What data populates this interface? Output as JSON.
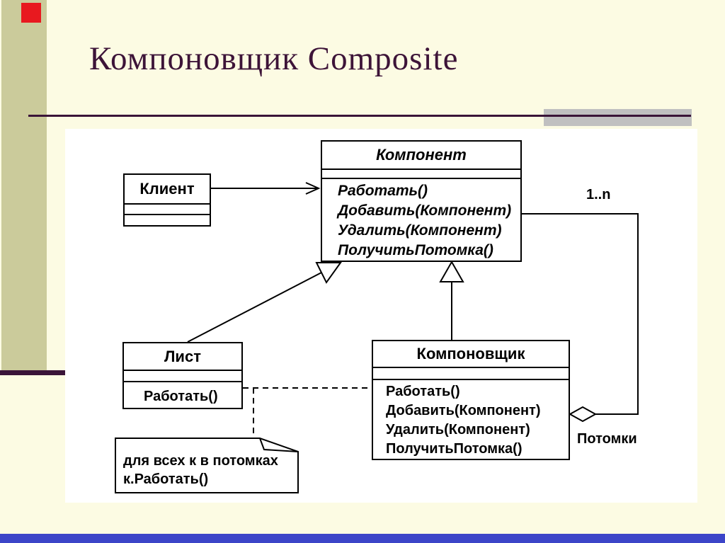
{
  "slide": {
    "title": "Компоновщик Composite",
    "colors": {
      "background": "#FCFBE3",
      "left_bar": "#CBCB9B",
      "accent_line": "#3A1438",
      "gray_block": "#C0C0C0",
      "red_square": "#E8191F",
      "bottom_bar": "#3C45C8",
      "diagram_background": "#FFFFFF",
      "ink": "#000000"
    }
  },
  "diagram": {
    "client": {
      "name": "Клиент"
    },
    "component": {
      "name": "Компонент",
      "methods": [
        "Работать()",
        "Добавить(Компонент)",
        "Удалить(Компонент)",
        "ПолучитьПотомка()"
      ]
    },
    "leaf": {
      "name": "Лист",
      "methods": [
        "Работать()"
      ]
    },
    "composite": {
      "name": "Компоновщик",
      "methods": [
        "Работать()",
        "Добавить(Компонент)",
        "Удалить(Компонент)",
        "ПолучитьПотомка()"
      ]
    },
    "note": {
      "lines": [
        "для всех к в потомках",
        "к.Работать()"
      ]
    },
    "labels": {
      "multiplicity": "1..n",
      "children": "Потомки"
    }
  }
}
